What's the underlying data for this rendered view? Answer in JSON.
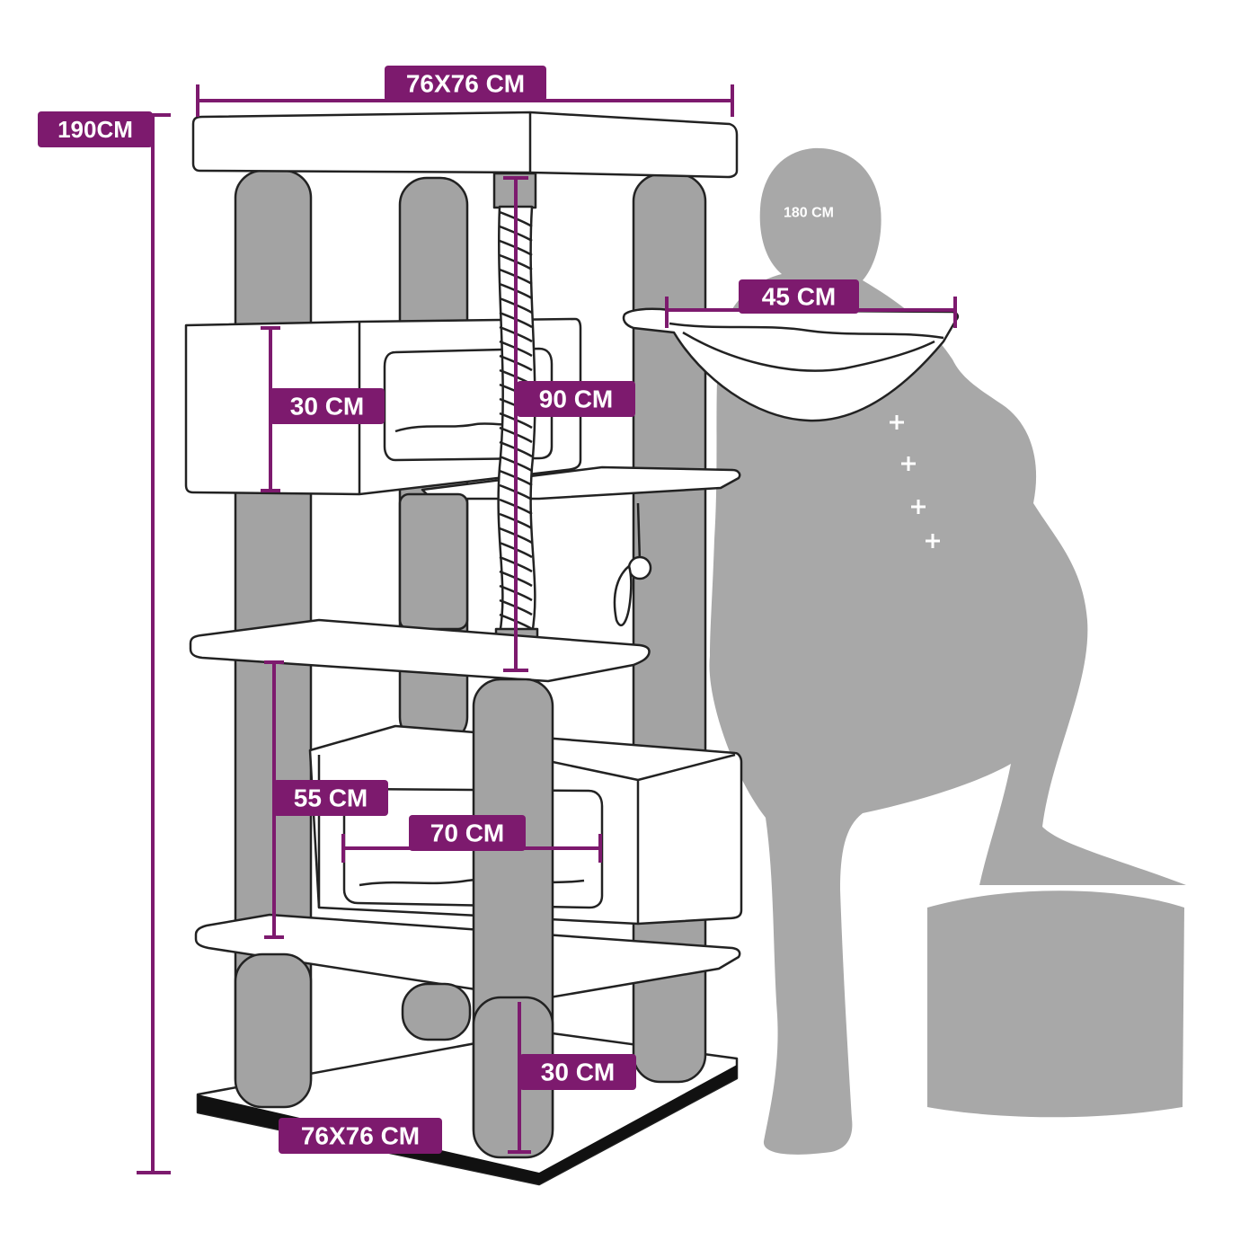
{
  "colors": {
    "accent": "#7d1a6e",
    "post": "#a3a3a3",
    "silhouette": "#a8a8a8",
    "outline": "#222222",
    "platform": "#ffffff",
    "base": "#111111"
  },
  "labels": {
    "total_height": "190CM",
    "top_size": "76X76 CM",
    "rope_height": "90 CM",
    "upper_house_height": "30 CM",
    "hammock_width": "45 CM",
    "mid_gap": "55 CM",
    "lower_house_width": "70 CM",
    "bottom_gap": "30 CM",
    "base_size": "76X76 CM",
    "person_height": "180 CM"
  }
}
